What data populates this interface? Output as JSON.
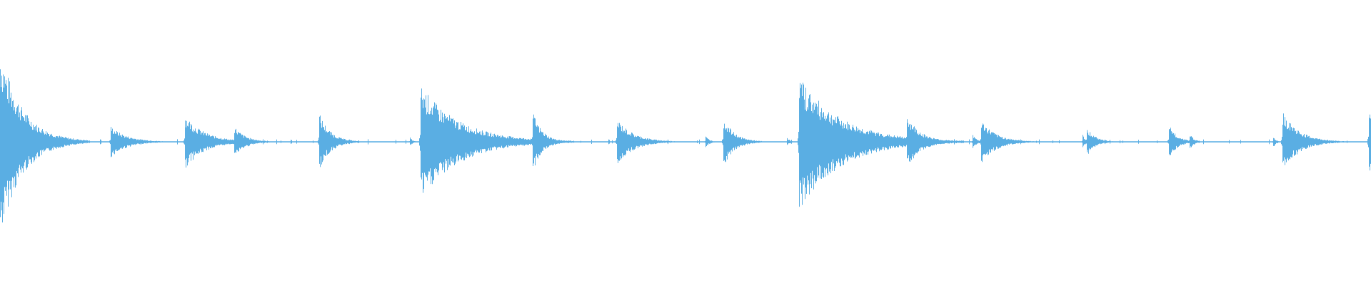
{
  "waveform": {
    "color": "#5aaee3",
    "background": "#ffffff",
    "duration_fraction_peaks": [
      {
        "t": 0.0,
        "amp": 0.66,
        "decay": 0.016,
        "below": 0.66
      },
      {
        "t": 0.081,
        "amp": 0.11,
        "decay": 0.012,
        "below": 0.11
      },
      {
        "t": 0.135,
        "amp": 0.19,
        "decay": 0.014,
        "below": 0.19
      },
      {
        "t": 0.171,
        "amp": 0.11,
        "decay": 0.008,
        "below": 0.11
      },
      {
        "t": 0.233,
        "amp": 0.2,
        "decay": 0.008,
        "below": 0.2
      },
      {
        "t": 0.299,
        "amp": 0.03,
        "decay": 0.002,
        "below": 0.03
      },
      {
        "t": 0.307,
        "amp": 0.4,
        "decay": 0.028,
        "below": 0.41
      },
      {
        "t": 0.389,
        "amp": 0.21,
        "decay": 0.007,
        "below": 0.21
      },
      {
        "t": 0.45,
        "amp": 0.16,
        "decay": 0.012,
        "below": 0.16
      },
      {
        "t": 0.515,
        "amp": 0.04,
        "decay": 0.003,
        "below": 0.04
      },
      {
        "t": 0.528,
        "amp": 0.17,
        "decay": 0.008,
        "below": 0.18
      },
      {
        "t": 0.574,
        "amp": 0.03,
        "decay": 0.002,
        "below": 0.03
      },
      {
        "t": 0.583,
        "amp": 0.46,
        "decay": 0.03,
        "below": 0.48
      },
      {
        "t": 0.662,
        "amp": 0.19,
        "decay": 0.01,
        "below": 0.19
      },
      {
        "t": 0.71,
        "amp": 0.05,
        "decay": 0.003,
        "below": 0.05
      },
      {
        "t": 0.716,
        "amp": 0.15,
        "decay": 0.011,
        "below": 0.15
      },
      {
        "t": 0.79,
        "amp": 0.05,
        "decay": 0.002,
        "below": 0.05
      },
      {
        "t": 0.793,
        "amp": 0.1,
        "decay": 0.006,
        "below": 0.1
      },
      {
        "t": 0.853,
        "amp": 0.12,
        "decay": 0.006,
        "below": 0.12
      },
      {
        "t": 0.868,
        "amp": 0.06,
        "decay": 0.003,
        "below": 0.06
      },
      {
        "t": 0.929,
        "amp": 0.04,
        "decay": 0.002,
        "below": 0.04
      },
      {
        "t": 0.936,
        "amp": 0.21,
        "decay": 0.012,
        "below": 0.21
      },
      {
        "t": 0.999,
        "amp": 0.26,
        "decay": 0.004,
        "below": 0.28
      }
    ]
  }
}
